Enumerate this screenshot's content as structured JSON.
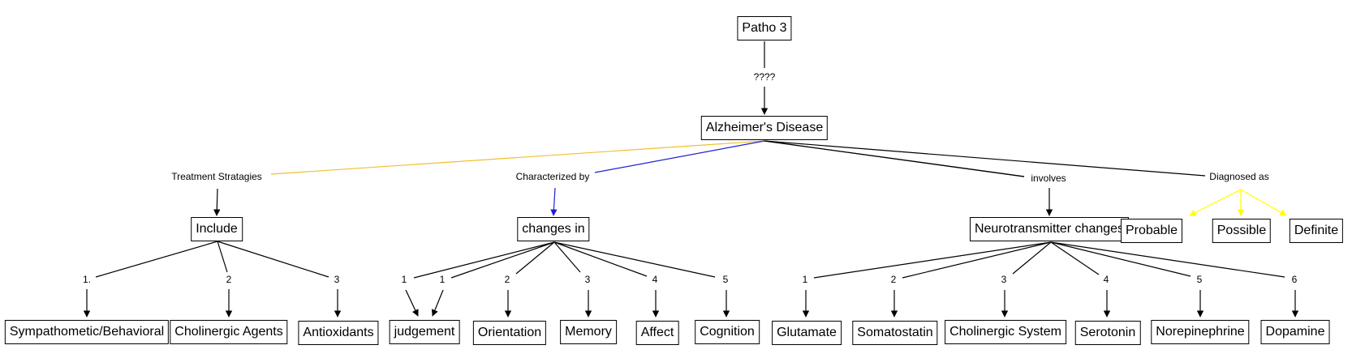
{
  "colors": {
    "default_link": "#000000",
    "treatment_link": "#f0c030",
    "characterized_link": "#2020d0",
    "diagnosis_link": "#ffff00"
  },
  "concept_map": {
    "root": "Patho 3",
    "root_link_label": "????",
    "main_concept": "Alzheimer's Disease",
    "branches": [
      {
        "id": "treatment",
        "link_label": "Treatment Stratagies",
        "color_key": "treatment_link",
        "concept": "Include",
        "children": [
          {
            "link_label": "1.",
            "concept": "Sympathometic/Behavioral"
          },
          {
            "link_label": "2",
            "concept": "Cholinergic Agents"
          },
          {
            "link_label": "3",
            "concept": "Antioxidants"
          }
        ]
      },
      {
        "id": "characterized",
        "link_label": "Characterized by",
        "color_key": "characterized_link",
        "concept": "changes in",
        "children": [
          {
            "link_label": "1",
            "concept": "judgement"
          },
          {
            "link_label": "1",
            "concept": "judgement"
          },
          {
            "link_label": "2",
            "concept": "Orientation"
          },
          {
            "link_label": "3",
            "concept": "Memory"
          },
          {
            "link_label": "4",
            "concept": "Affect"
          },
          {
            "link_label": "5",
            "concept": "Cognition"
          }
        ]
      },
      {
        "id": "involves",
        "link_label": "involves",
        "color_key": "default_link",
        "concept": "Neurotransmitter changes",
        "children": [
          {
            "link_label": "1",
            "concept": "Glutamate"
          },
          {
            "link_label": "2",
            "concept": "Somatostatin"
          },
          {
            "link_label": "3",
            "concept": "Cholinergic System"
          },
          {
            "link_label": "4",
            "concept": "Serotonin"
          },
          {
            "link_label": "5",
            "concept": "Norepinephrine"
          },
          {
            "link_label": "6",
            "concept": "Dopamine"
          }
        ]
      },
      {
        "id": "diagnosed",
        "link_label": "Diagnosed as",
        "color_key": "diagnosis_link",
        "children_direct": [
          "Probable",
          "Possible",
          "Definite"
        ]
      }
    ]
  }
}
